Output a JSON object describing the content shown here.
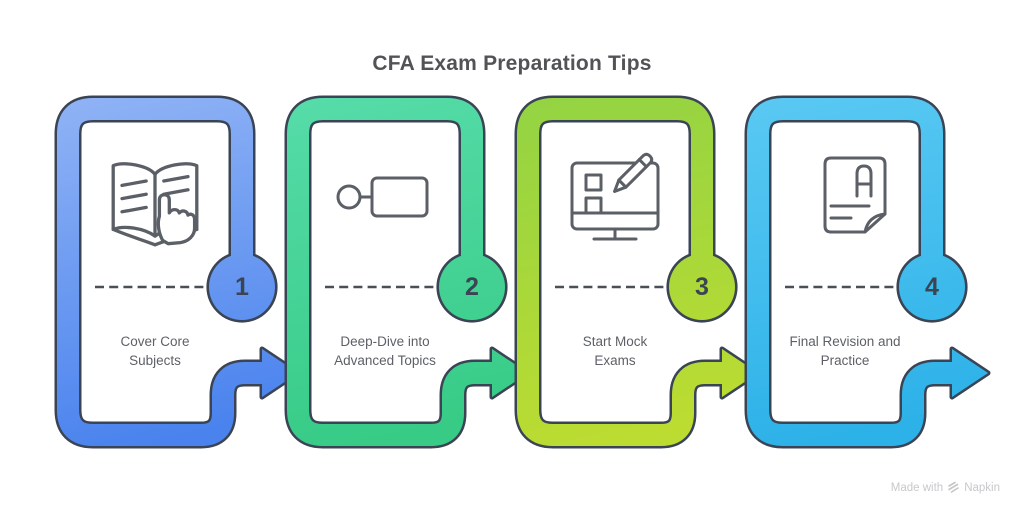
{
  "title": "CFA Exam Preparation Tips",
  "outline_color": "#3a4454",
  "steps": [
    {
      "number": "1",
      "label": "Cover Core Subjects",
      "icon": "open-book-with-pointing-hand",
      "color_top": "#90b3f5",
      "color_bottom": "#4a83ee"
    },
    {
      "number": "2",
      "label": "Deep-Dive into Advanced Topics",
      "icon": "key-topic",
      "color_top": "#56dca9",
      "color_bottom": "#37cb86"
    },
    {
      "number": "3",
      "label": "Start Mock Exams",
      "icon": "exam-screen-with-pencil",
      "color_top": "#93d343",
      "color_bottom": "#bcdc31"
    },
    {
      "number": "4",
      "label": "Final Revision and Practice",
      "icon": "document-with-fold",
      "color_top": "#5ac9f3",
      "color_bottom": "#2cb1e8"
    }
  ],
  "watermark": {
    "prefix": "Made with",
    "brand": "Napkin",
    "icon": "napkin-logo"
  }
}
